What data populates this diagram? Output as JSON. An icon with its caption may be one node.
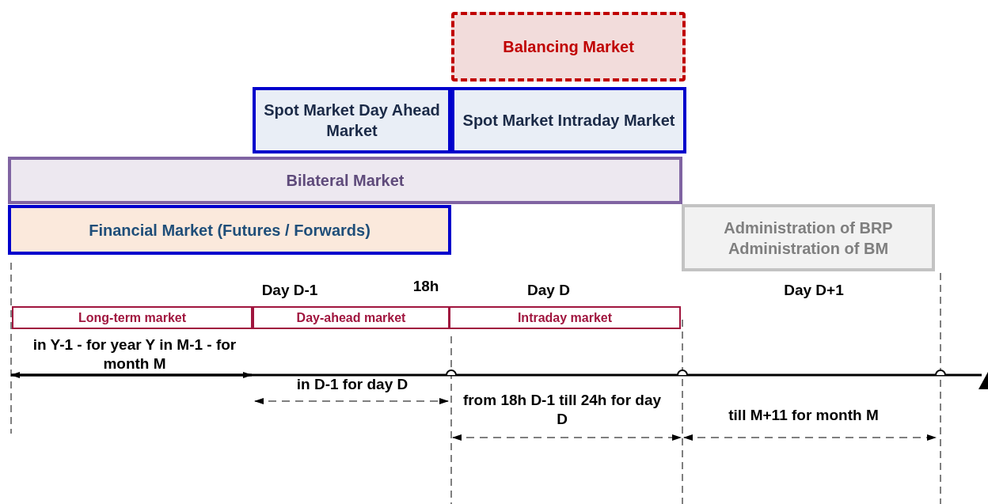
{
  "diagram": {
    "nodes": [
      {
        "text": [
          "Balancing Market"
        ]
      },
      {
        "text": [
          "Spot Market Day Ahead Market"
        ]
      },
      {
        "text": [
          "Spot Market Intraday Market"
        ]
      },
      {
        "text": [
          "Bilateral Market"
        ]
      },
      {
        "text": [
          "Financial Market (Futures / Forwards)"
        ]
      },
      {
        "text": [
          "Administration of BRP",
          "Administration of BM"
        ]
      },
      {
        "text": [
          "Long-term market"
        ]
      },
      {
        "text": [
          "Day-ahead market"
        ]
      },
      {
        "text": [
          "Intraday market"
        ]
      }
    ],
    "edges": [],
    "labels": [
      "Day D-1",
      "18h",
      "Day D",
      "Day D+1",
      "in Y-1 - for year Y in M-1 - for month M",
      "in D-1 for day D",
      "from 18h D-1 till 24h for day D",
      "till M+11 for month M"
    ]
  }
}
